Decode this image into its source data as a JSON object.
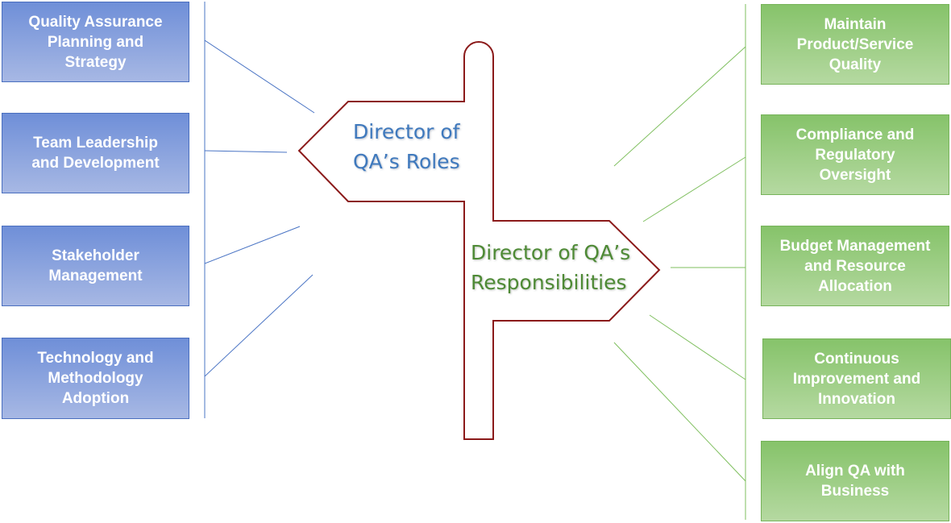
{
  "roles_sign": {
    "text_line1": "Director of",
    "text_line2": "QA’s Roles"
  },
  "responsibilities_sign": {
    "text_line1": "Director of QA’s",
    "text_line2": "Responsibilities"
  },
  "roles": [
    {
      "label": "Quality Assurance Planning and Strategy"
    },
    {
      "label": "Team Leadership and Development"
    },
    {
      "label": "Stakeholder Management"
    },
    {
      "label": "Technology and Methodology Adoption"
    }
  ],
  "responsibilities": [
    {
      "label": "Maintain Product/Service Quality"
    },
    {
      "label": "Compliance and Regulatory Oversight"
    },
    {
      "label": "Budget Management and Resource Allocation"
    },
    {
      "label": "Continuous Improvement and Innovation"
    },
    {
      "label": "Align QA with Business"
    }
  ],
  "colors": {
    "roles_box": "#8aa3dd",
    "responsibilities_box": "#9ccd84",
    "signpost_outline": "#8b1a1a",
    "roles_connector": "#4a74c4",
    "responsibilities_connector": "#7fbf5f"
  }
}
